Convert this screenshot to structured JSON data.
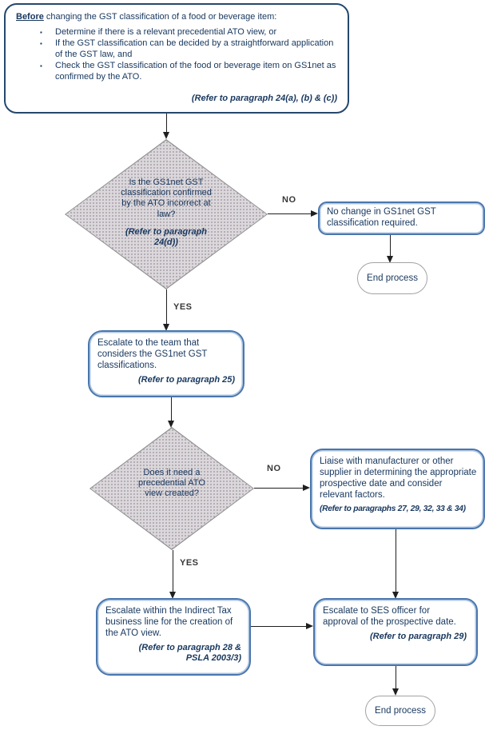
{
  "colors": {
    "text_navy": "#17375E",
    "process_border_blue": "#4A76AD",
    "process_border_inner": "#AEC6E2",
    "start_border_navy": "#25476D",
    "diamond_fill": "#DBD8DB",
    "diamond_dot": "#A89EA8",
    "diamond_border": "#8F8F8F",
    "end_border_gray": "#A3A3A3",
    "connector_black": "#1F1F1F",
    "background": "#FFFFFF"
  },
  "glyphs": {
    "bullet_marker": "▪"
  },
  "start_box": {
    "intro_bold": "Before",
    "intro_rest": " changing the GST classification of a food or beverage item:",
    "bullets": [
      "Determine if there is a relevant precedential ATO view, or",
      "If the GST classification can be decided by a straightforward application of the GST law, and",
      "Check the GST classification of the food or beverage item on GS1net as confirmed by the ATO."
    ],
    "refer": "(Refer to paragraph 24(a), (b) & (c))"
  },
  "decision1": {
    "question": "Is the GS1net GST classification confirmed by the ATO incorrect at law?",
    "refer": "(Refer to paragraph 24(d))",
    "no_label": "NO",
    "yes_label": "YES"
  },
  "no_change_box": {
    "text": "No change in GS1net GST classification required."
  },
  "end_process_1": {
    "label": "End process"
  },
  "escalate_team_box": {
    "text": "Escalate to the team that considers the GS1net GST classifications.",
    "refer": "(Refer to paragraph 25)"
  },
  "decision2": {
    "question": "Does it need a precedential ATO view created?",
    "no_label": "NO",
    "yes_label": "YES"
  },
  "liaise_box": {
    "text": "Liaise with manufacturer or other supplier in determining the appropriate prospective date and consider relevant factors.",
    "refer": "(Refer to paragraphs 27, 29, 32, 33 & 34)"
  },
  "escalate_indirect_box": {
    "text": "Escalate within the Indirect Tax business line for the creation of the ATO view.",
    "refer": "(Refer to paragraph 28 & PSLA 2003/3)"
  },
  "ses_box": {
    "text": "Escalate to SES officer for approval of the prospective date.",
    "refer": "(Refer to paragraph 29)"
  },
  "end_process_2": {
    "label": "End process"
  }
}
